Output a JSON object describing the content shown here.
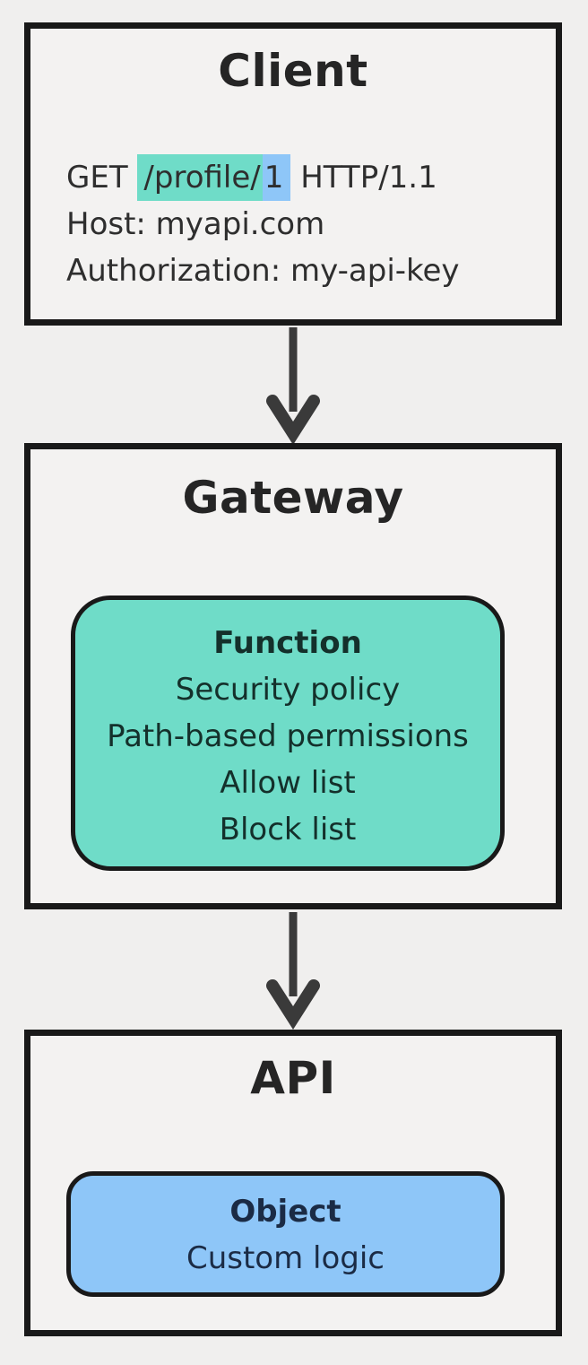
{
  "colors": {
    "background": "#f0efee",
    "box_bg": "#f3f2f1",
    "border": "#191919",
    "arrow": "#3a3a3a",
    "teal": "#6fdcc8",
    "blue": "#8ec6f8",
    "title_text": "#252525",
    "body_text": "#2e2e2e",
    "function_text": "#14302b",
    "object_text": "#1b2b45"
  },
  "client": {
    "title": "Client",
    "request": {
      "method": "GET",
      "path": "/profile/",
      "object_id": "1",
      "protocol": "HTTP/1.1",
      "host": "Host: myapi.com",
      "authorization": "Authorization: my-api-key"
    }
  },
  "gateway": {
    "title": "Gateway",
    "function_card": {
      "title": "Function",
      "items": [
        "Security policy",
        "Path-based permissions",
        "Allow list",
        "Block list"
      ]
    }
  },
  "api": {
    "title": "API",
    "object_card": {
      "title": "Object",
      "items": [
        "Custom logic"
      ]
    }
  },
  "arrows": [
    {
      "name": "client-to-gateway"
    },
    {
      "name": "gateway-to-api"
    }
  ]
}
